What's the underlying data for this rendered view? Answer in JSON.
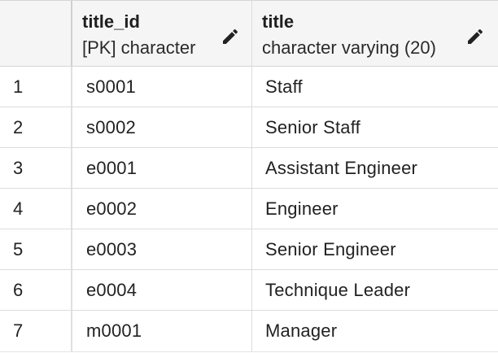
{
  "columns": [
    {
      "name": "title_id",
      "type": "[PK] character"
    },
    {
      "name": "title",
      "type": "character varying (20)"
    }
  ],
  "rows": [
    {
      "num": "1",
      "title_id": "s0001",
      "title": "Staff"
    },
    {
      "num": "2",
      "title_id": "s0002",
      "title": "Senior Staff"
    },
    {
      "num": "3",
      "title_id": "e0001",
      "title": "Assistant Engineer"
    },
    {
      "num": "4",
      "title_id": "e0002",
      "title": "Engineer"
    },
    {
      "num": "5",
      "title_id": "e0003",
      "title": "Senior Engineer"
    },
    {
      "num": "6",
      "title_id": "e0004",
      "title": "Technique Leader"
    },
    {
      "num": "7",
      "title_id": "m0001",
      "title": "Manager"
    }
  ],
  "icons": {
    "edit": "pencil-icon"
  }
}
